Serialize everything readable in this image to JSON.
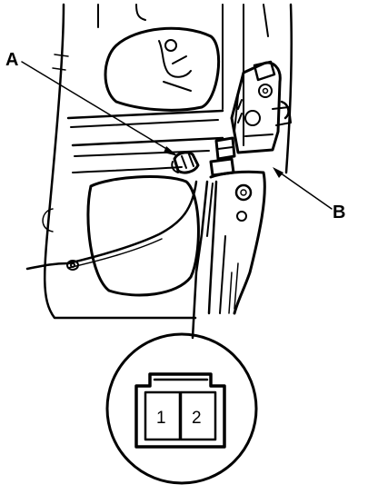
{
  "callouts": {
    "a": "A",
    "b": "B"
  },
  "connector": {
    "pins": [
      "1",
      "2"
    ]
  },
  "colors": {
    "ink": "#000000",
    "paper": "#ffffff"
  }
}
